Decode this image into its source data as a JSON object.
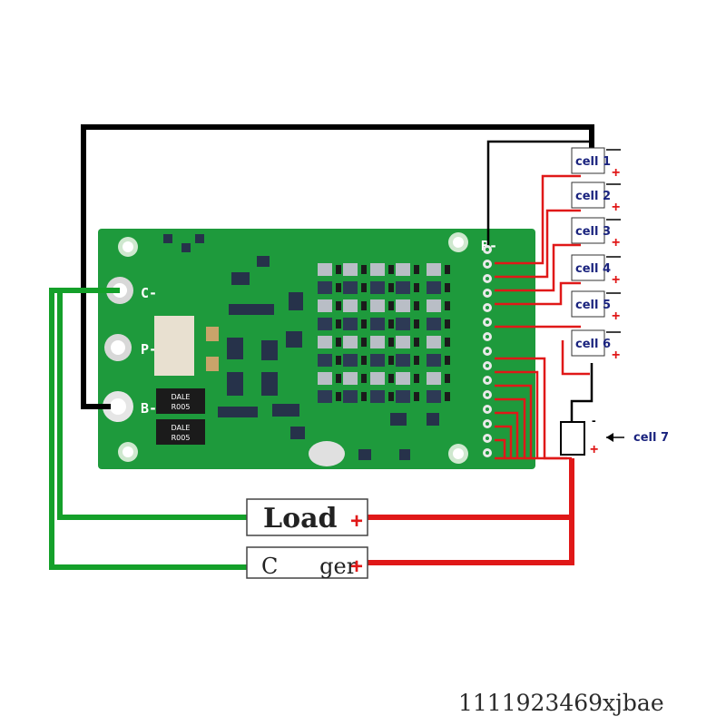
{
  "board": {
    "pin_labels": {
      "c_minus": "C-",
      "p_minus": "P-",
      "b_minus": "B-",
      "bb_minus": "B-"
    },
    "resistor_labels": [
      {
        "line1": "DALE",
        "line2": "R005"
      },
      {
        "line1": "DALE",
        "line2": "R005"
      }
    ]
  },
  "cells": [
    {
      "label": "cell 1",
      "polarity": "+"
    },
    {
      "label": "cell 2",
      "polarity": "+"
    },
    {
      "label": "cell 3",
      "polarity": "+"
    },
    {
      "label": "cell 4",
      "polarity": "+"
    },
    {
      "label": "cell 5",
      "polarity": "+"
    },
    {
      "label": "cell 6",
      "polarity": "+"
    }
  ],
  "cell7": {
    "label": "cell 7",
    "minus": "-",
    "plus": "+"
  },
  "load": {
    "label": "Load",
    "plus": "+"
  },
  "charger": {
    "label": "C      ger",
    "plus": "+"
  },
  "watermark": "1111923469xjbae",
  "colors": {
    "pcb": "#1e9a3c",
    "neg_wire": "#000000",
    "pos_wire": "#e01818",
    "ground_wire": "#14a02a",
    "label_text": "#1a237e"
  }
}
